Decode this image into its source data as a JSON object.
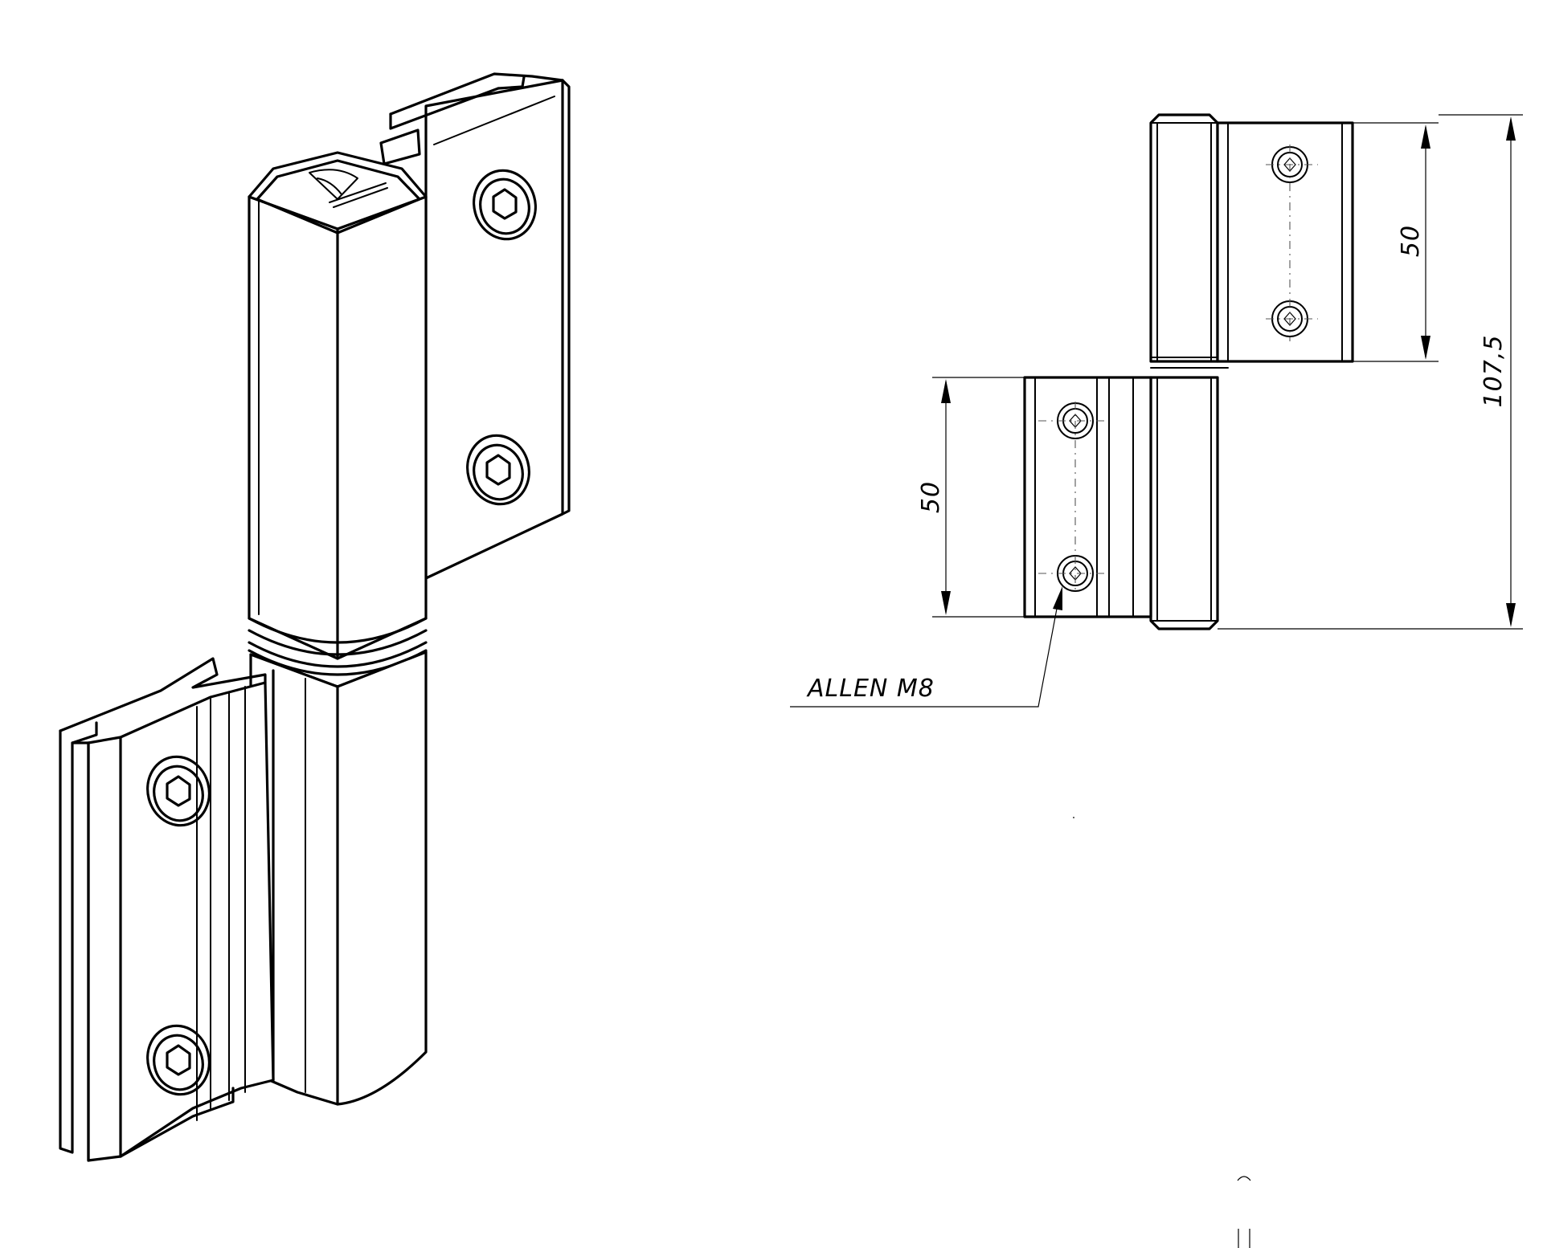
{
  "drawing": {
    "dimensions": {
      "upper_screw_spacing": "50",
      "lower_screw_spacing": "50",
      "overall_height": "107,5"
    },
    "callouts": {
      "screw_type": "ALLEN M8"
    }
  }
}
